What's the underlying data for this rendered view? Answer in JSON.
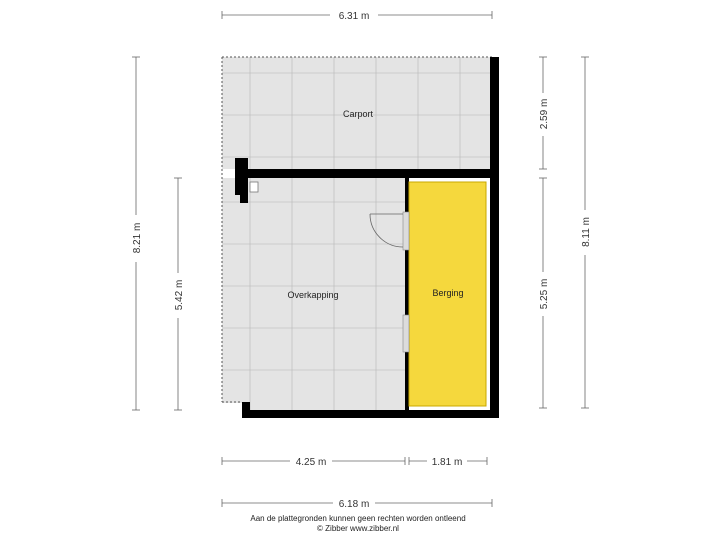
{
  "plan": {
    "rooms": [
      {
        "id": "carport",
        "label": "Carport"
      },
      {
        "id": "overkapping",
        "label": "Overkapping"
      },
      {
        "id": "berging",
        "label": "Berging"
      }
    ],
    "dimensions": {
      "top_width": "6.31 m",
      "bottom_left_width": "4.25 m",
      "bottom_right_width": "1.81 m",
      "bottom_total_width": "6.18 m",
      "left_total_height": "8.21 m",
      "left_inner_height": "5.42 m",
      "right_upper_height": "2.59 m",
      "right_lower_height": "5.25 m",
      "right_total_height": "8.11 m"
    },
    "colors": {
      "floor": "#e4e4e4",
      "wall": "#000000",
      "berging": "#f5d83d",
      "berging_border": "#c9a800"
    }
  },
  "footer": {
    "disclaimer": "Aan de plattegronden kunnen geen rechten worden ontleend",
    "copyright": "© Zibber www.zibber.nl"
  }
}
